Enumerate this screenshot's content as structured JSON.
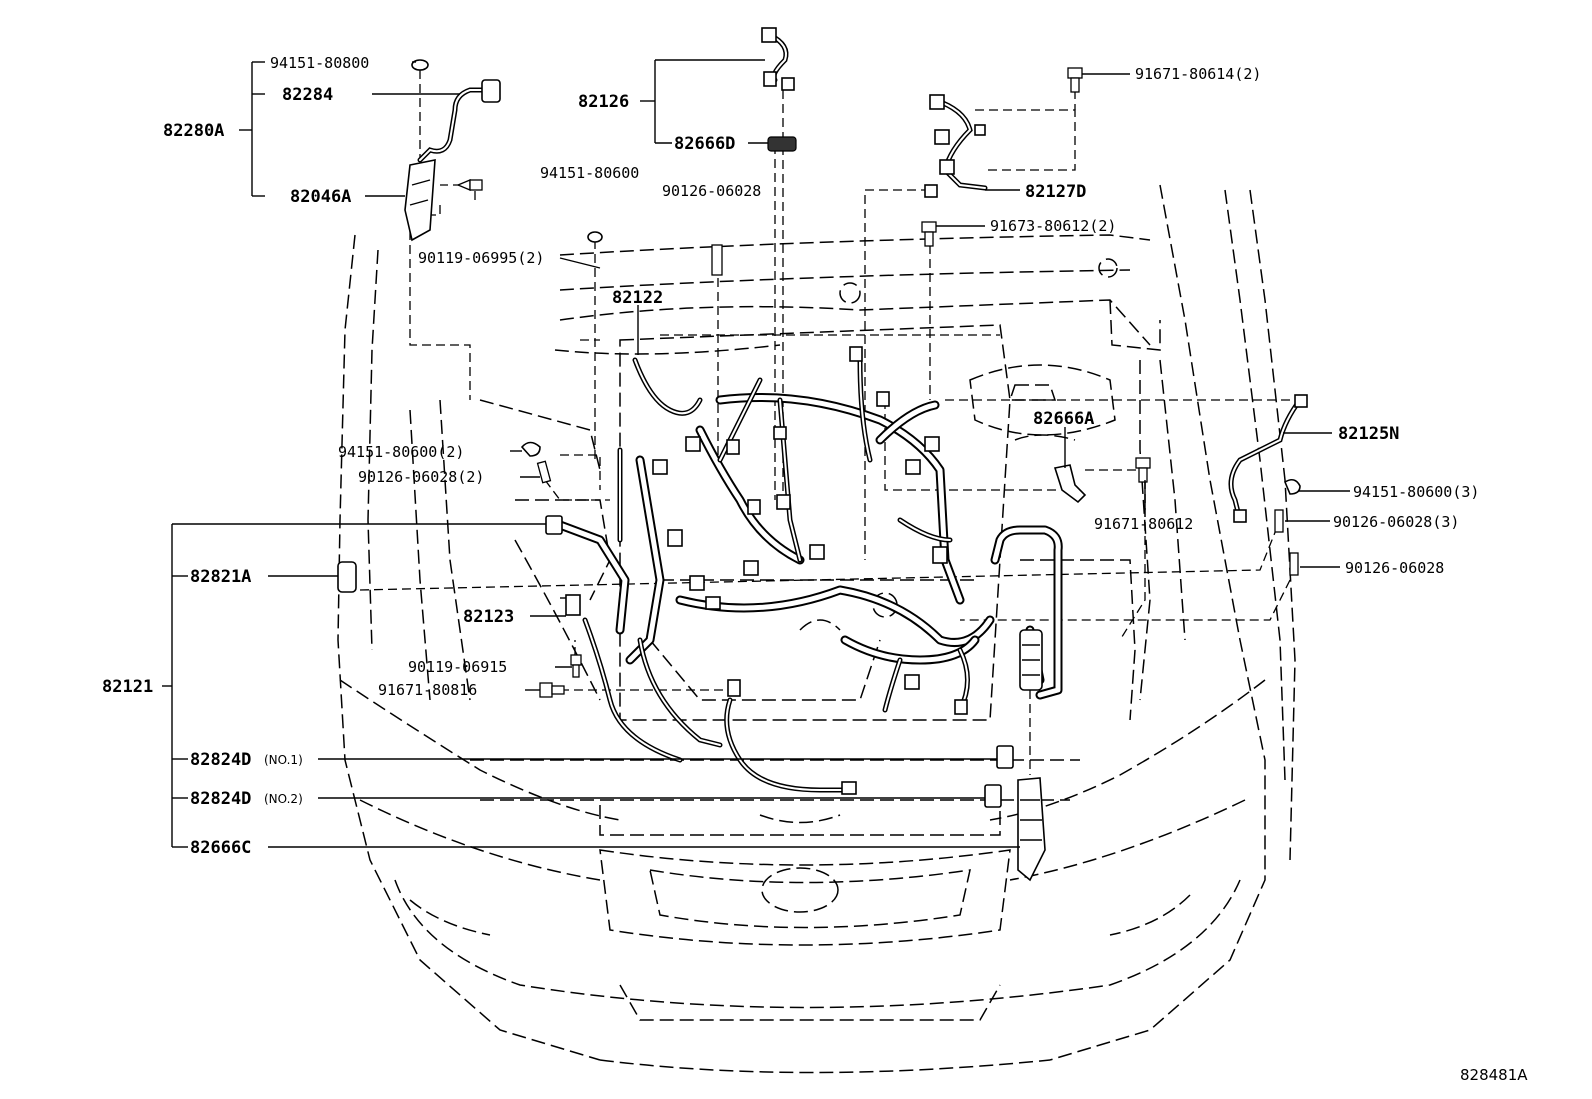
{
  "diagram": {
    "figure_id": "828481A",
    "parts": {
      "p82280A": "82280A",
      "p94151_80800": "94151-80800",
      "p82284": "82284",
      "p82046A": "82046A",
      "p90119_06995": "90119-06995(2)",
      "p82126": "82126",
      "p82666D": "82666D",
      "p94151_80600_top": "94151-80600",
      "p90126_06028_top": "90126-06028",
      "p82122": "82122",
      "p91671_80614": "91671-80614(2)",
      "p82127D": "82127D",
      "p91673_80612": "91673-80612(2)",
      "p82666A": "82666A",
      "p82125N": "82125N",
      "p94151_80600_2": "94151-80600(2)",
      "p90126_06028_2": "90126-06028(2)",
      "p91671_80612": "91671-80612",
      "p94151_80600_3": "94151-80600(3)",
      "p90126_06028_3": "90126-06028(3)",
      "p90126_06028_r": "90126-06028",
      "p82821A": "82821A",
      "p82123": "82123",
      "p90119_06915": "90119-06915",
      "p91671_80816": "91671-80816",
      "p82121": "82121",
      "p82824D_1": "82824D",
      "no1": "(NO.1)",
      "p82824D_2": "82824D",
      "no2": "(NO.2)",
      "p82666C": "82666C"
    }
  }
}
